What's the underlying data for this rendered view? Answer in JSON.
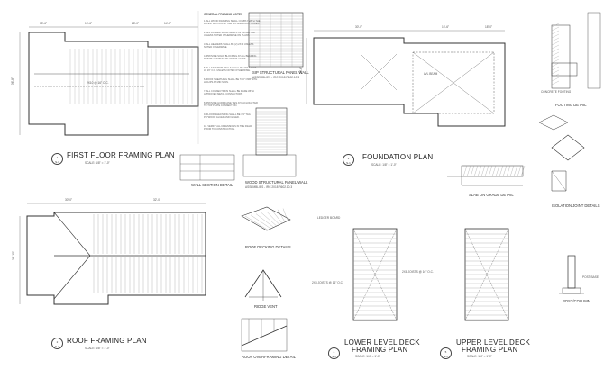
{
  "titles": {
    "first_floor": "FIRST FLOOR FRAMING PLAN",
    "roof": "ROOF FRAMING PLAN",
    "foundation": "FOUNDATION PLAN",
    "lower_deck_1": "LOWER LEVEL DECK",
    "lower_deck_2": "FRAMING PLAN",
    "upper_deck_1": "UPPER LEVEL DECK",
    "upper_deck_2": "FRAMING PLAN"
  },
  "scales": {
    "first_floor": "SCALE: 1/8\" = 1'-0\"",
    "roof": "SCALE: 1/8\" = 1'-0\"",
    "foundation": "SCALE: 1/8\" = 1'-0\"",
    "lower_deck": "SCALE: 1/4\" = 1'-0\"",
    "upper_deck": "SCALE: 1/4\" = 1'-0\""
  },
  "details": {
    "wall_section": "WALL SECTION DETAIL",
    "sip_1": "SIP STRUCTURAL PANEL WALL",
    "sip_1b": "ASSEMBLIES - IRC 2018 R602.10.3",
    "sip_2": "WOOD STRUCTURAL PANEL WALL",
    "sip_2b": "ASSEMBLIES - IRC 2018 R602.10.3",
    "roof_decking": "ROOF DECKING DETAILS",
    "ridge": "RIDGE VENT",
    "roof_overframing": "ROOF OVERFRAMING DETAIL",
    "slab": "SLAB ON GRADE DETAIL",
    "footing": "FOOTING DETAIL",
    "isolation": "ISOLATION JOINT DETAILS",
    "post": "POST/COLUMN"
  },
  "notes_header": "GENERAL FRAMING NOTES",
  "notes": [
    "1. ALL WOOD FRAMING SHALL COMPLY WITH THE\nLATEST EDITION OF THE IRC AND LOCAL CODES.",
    "2. ALL LUMBER SHALL BE SPF #2 OR BETTER\nUNLESS NOTED OTHERWISE ON PLANS.",
    "3. ALL HEADERS SHALL BE (2) 2X10 UNLESS\nNOTED OTHERWISE.",
    "4. PROVIDE SOLID BLOCKING AT ALL BEARING\nPOINTS AND BENEATH POINT LOADS.",
    "5. ALL EXTERIOR WALLS SHALL BE 2X6 STUDS\nAT 16\" O.C. UNLESS NOTED OTHERWISE.",
    "6. ROOF SHEATHING SHALL BE 7/16\" OSB WITH\nH-CLIPS AT MID SPAN.",
    "7. ALL CONNECTIONS SHALL BE MADE WITH\nAPPROVED METAL CONNECTORS.",
    "8. PROVIDE HURRICANE TIES AT EACH RAFTER\nTO TOP PLATE CONNECTION.",
    "9. FLOOR SHEATHING SHALL BE 3/4\" T&G\nPLYWOOD GLUED AND NAILED.",
    "10. VERIFY ALL DIMENSIONS IN THE FIELD\nPRIOR TO CONSTRUCTION."
  ],
  "dims": {
    "ff_top": [
      "15'-6\"",
      "16'-6\"",
      "28'-0\"",
      "14'-0\""
    ],
    "ff_side": "36'-8\"",
    "roof_top": [
      "30'-0\"",
      "32'-0\""
    ],
    "roof_side": "38'-10\"",
    "fd_top": [
      "30'-0\"",
      "16'-6\"",
      "18'-0\""
    ],
    "fd_side": "28'-6\""
  },
  "callouts": {
    "ff_label": "2X10 @ 16\" O.C.",
    "beam": "LVL BEAM",
    "deck_joist": "2X8 JOISTS @ 16\" O.C.",
    "ledger": "LEDGER BOARD",
    "footing": "CONCRETE FOOTING",
    "post_base": "POST BASE"
  },
  "bubbles": {
    "ff": "1\nS-1",
    "roof": "2\nS-1",
    "fd": "3\nS-1",
    "ld": "4\nS-1",
    "ud": "5\nS-1"
  },
  "colors": {
    "ink": "#333333",
    "paper": "#ffffff",
    "faint": "#888888"
  }
}
